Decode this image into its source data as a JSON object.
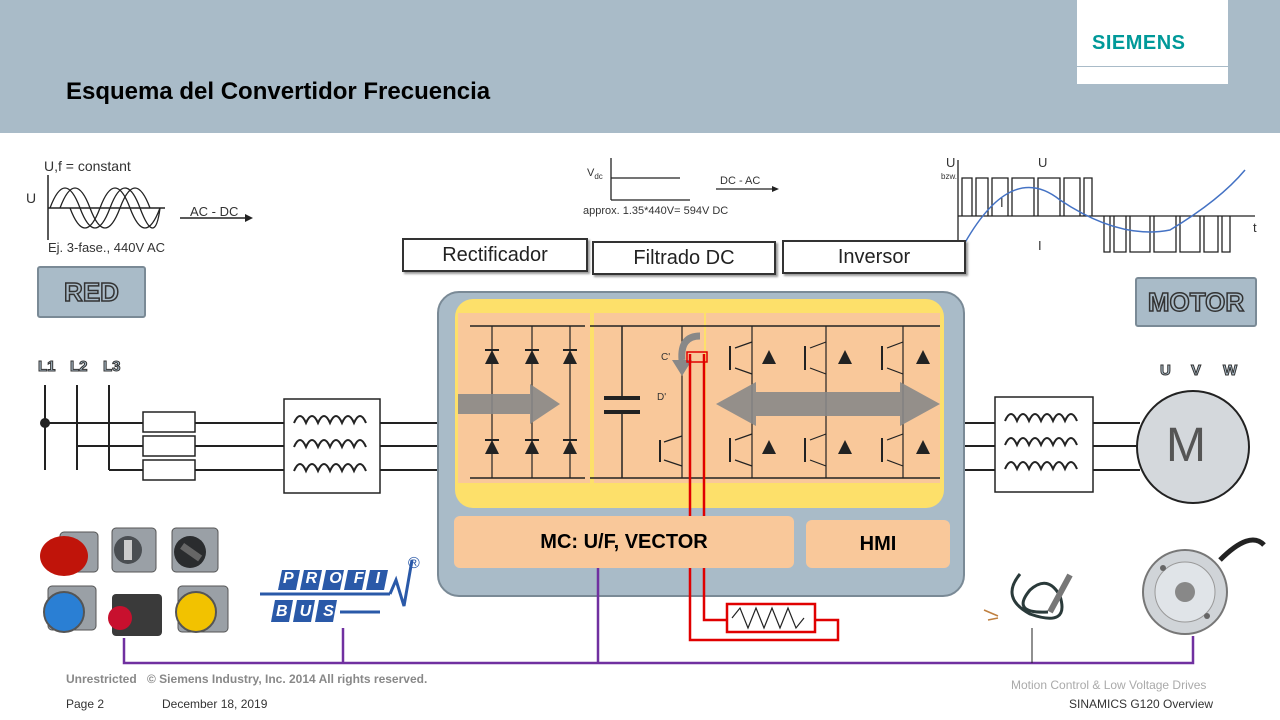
{
  "header": {
    "title": "Esquema del Convertidor Frecuencia",
    "logo": "SIEMENS"
  },
  "stages": {
    "rectifier": "Rectificador",
    "dc_filter": "Filtrado DC",
    "inverter": "Inversor"
  },
  "tags": {
    "network": "RED",
    "motor": "MOTOR"
  },
  "supply_phases": [
    "L1",
    "L2",
    "L3"
  ],
  "motor_phases": [
    "U",
    "V",
    "W"
  ],
  "motor_symbol": "M",
  "input_graph": {
    "formula": "U,f = constant",
    "ylabel": "U",
    "conversion": "AC - DC",
    "note": "Ej. 3-fase., 440V AC"
  },
  "dc_graph": {
    "ylabel": "V",
    "ylabel_sub": "dc",
    "conversion": "DC - AC",
    "note": "approx. 1.35*440V= 594V DC"
  },
  "pwm_graph": {
    "ylabel": "U",
    "ylabel_sub": "bzw.",
    "current": "I",
    "xlabel": "t"
  },
  "capacitor_labels": [
    "C'",
    "D'"
  ],
  "control": {
    "motor_control": "MC: U/F, VECTOR",
    "hmi": "HMI"
  },
  "profibus": {
    "row1": [
      "P",
      "R",
      "O",
      "F",
      "I"
    ],
    "row2": [
      "B",
      "U",
      "S"
    ],
    "registered": "®"
  },
  "footer": {
    "classification": "Unrestricted",
    "copyright": "© Siemens Industry, Inc. 2014  All rights reserved.",
    "page": "Page 2",
    "date": "December 18, 2019",
    "division": "Motion Control & Low Voltage Drives",
    "product": "SINAMICS  G120 Overview"
  },
  "colors": {
    "header": "#a9bbc8",
    "brand": "#009999",
    "highlight": "#fde06a",
    "module": "#f9c89a",
    "bus": "#7030a0",
    "brake": "#e00000"
  }
}
